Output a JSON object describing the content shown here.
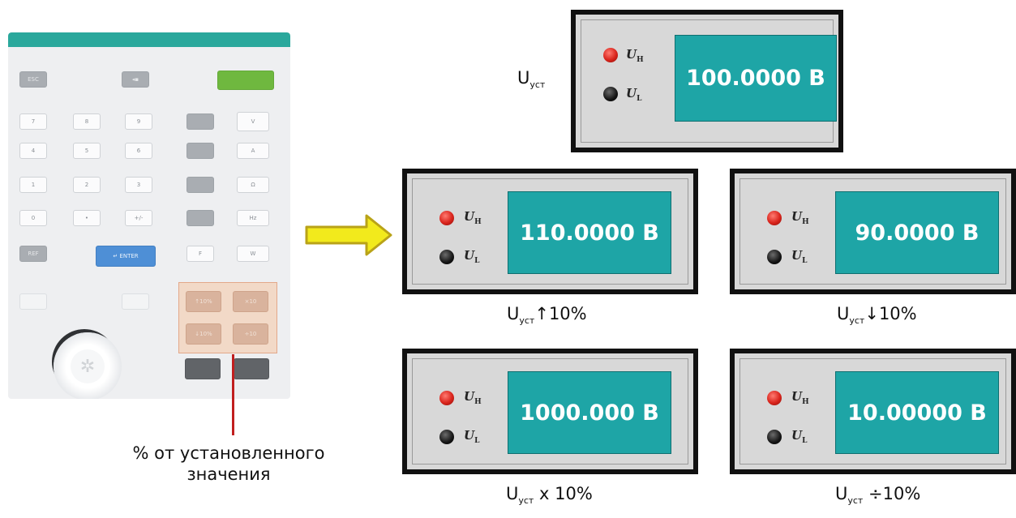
{
  "keypad": {
    "keys": {
      "esc": "ESC",
      "n7": "7",
      "n8": "8",
      "n9": "9",
      "n4": "4",
      "n5": "5",
      "n6": "6",
      "n1": "1",
      "n2": "2",
      "n3": "3",
      "n0": "0",
      "dot": "•",
      "ref": "REF",
      "enter": "↵ ENTER",
      "unit_v": "V",
      "unit_a": "A",
      "unit_ohm": "Ω",
      "unit_hz": "Hz",
      "pct_up": "↑10%",
      "pct_mul": "×10",
      "pct_down": "↓10%",
      "pct_div": "÷10"
    },
    "caption_line1": "% от установленного",
    "caption_line2": "значения"
  },
  "meters": [
    {
      "value": "100.0000 В",
      "caption_main": "U",
      "caption_sub": "уст",
      "caption_tail": ""
    },
    {
      "value": "110.0000 В",
      "caption_main": "U",
      "caption_sub": "уст",
      "caption_tail": "↑10%"
    },
    {
      "value": "90.0000 В",
      "caption_main": "U",
      "caption_sub": "уст",
      "caption_tail": "↓10%"
    },
    {
      "value": "1000.000 В",
      "caption_main": "U",
      "caption_sub": "уст",
      "caption_tail": " x 10%"
    },
    {
      "value": "10.00000 В",
      "caption_main": "U",
      "caption_sub": "уст",
      "caption_tail": " ÷10%"
    }
  ],
  "indicators": {
    "high_main": "U",
    "high_sub": "H",
    "low_main": "U",
    "low_sub": "L"
  },
  "colors": {
    "screen": "#1ea5a6",
    "led_high": "#d9241c",
    "led_low": "#141414",
    "arrow_fill": "#f2ea1c",
    "highlight": "#f2d9c7",
    "leader": "#c11f1f"
  }
}
